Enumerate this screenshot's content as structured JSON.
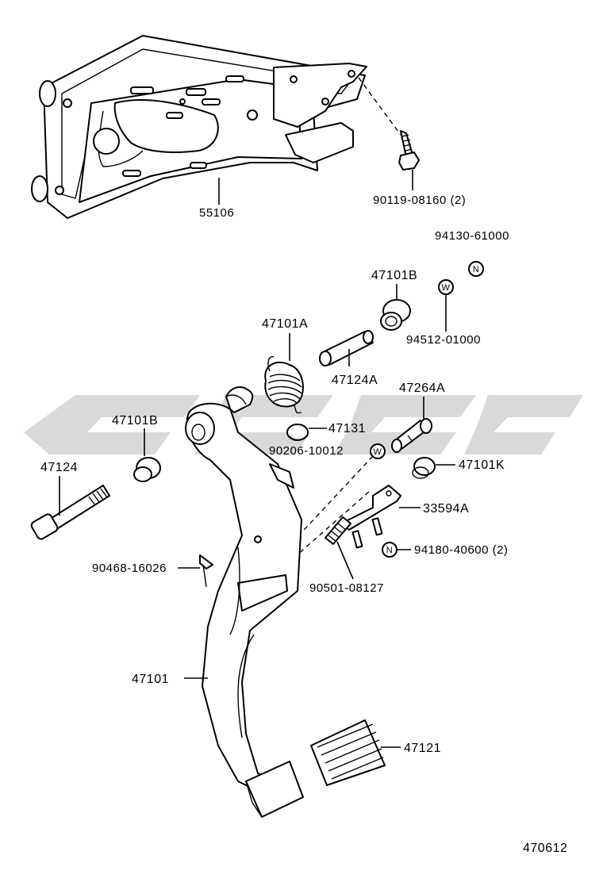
{
  "labels": {
    "bracket": "55106",
    "bolt": "90119-08160 (2)",
    "nut_part": "94130-61000",
    "washer_part": "94512-01000",
    "bushing_top": "47101B",
    "spring": "47101A",
    "collar": "47124A",
    "cushion": "47131",
    "pin": "47264A",
    "pin_washer": "90206-10012",
    "bushing_left": "47101B",
    "bolt_long": "47124",
    "stopper": "47101K",
    "switch_bracket": "33594A",
    "switch_nut": "94180-40600 (2)",
    "clip": "90468-16026",
    "return_spring": "90501-08127",
    "pedal_arm": "47101",
    "pedal_pad": "47121",
    "diagram_number": "470612"
  },
  "markers": {
    "nut": "N",
    "washer": "W"
  },
  "watermark": {
    "color": "#d9d9d9"
  }
}
